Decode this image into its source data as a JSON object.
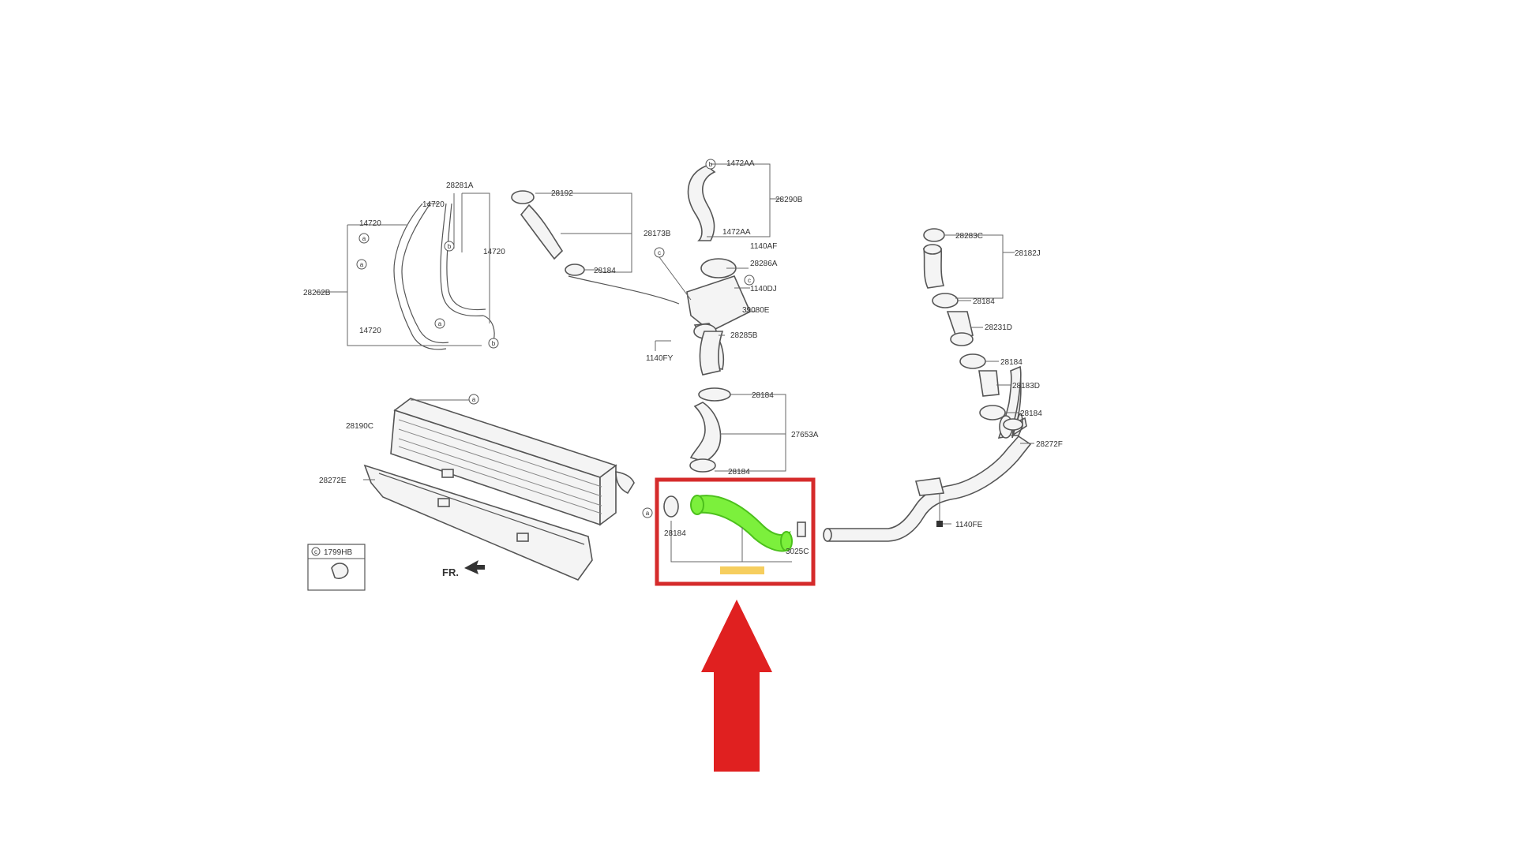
{
  "diagram": {
    "labels": {
      "l_14720_top": "14720",
      "l_28281A": "28281A",
      "l_14720_b": "14720",
      "l_14720_right": "14720",
      "l_28262B": "28262B",
      "l_14720_bottom": "14720",
      "l_28192": "28192",
      "l_28173B": "28173B",
      "l_28184_a": "28184",
      "l_1472AA_top": "1472AA",
      "l_28290B": "28290B",
      "l_1472AA_b": "1472AA",
      "l_1140AF": "1140AF",
      "l_28286A": "28286A",
      "l_1140DJ": "1140DJ",
      "l_39080E": "39080E",
      "l_28285B": "28285B",
      "l_1140FY": "1140FY",
      "l_28184_b": "28184",
      "l_27653A": "27653A",
      "l_28190C": "28190C",
      "l_28184_c": "28184",
      "l_28272E": "28272E",
      "l_28184_d": "28184",
      "l_3025C": "3025C",
      "l_28283C": "28283C",
      "l_28182J": "28182J",
      "l_28184_e": "28184",
      "l_28231D": "28231D",
      "l_28184_f": "28184",
      "l_28183D": "28183D",
      "l_28184_g": "28184",
      "l_28272F": "28272F",
      "l_1140FE": "1140FE",
      "l_1799HB": "1799HB",
      "l_fr": "FR."
    },
    "callouts": {
      "a": "a",
      "b": "b",
      "c": "c"
    },
    "highlight_color": "#7CF03C",
    "frame_color": "#D52B2B",
    "arrow_color": "#E02020"
  }
}
